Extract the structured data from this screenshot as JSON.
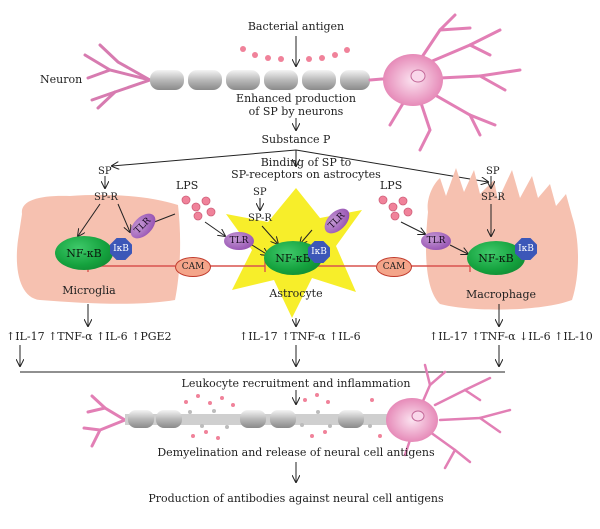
{
  "title": "Bacterial antigen",
  "neuron_label": "Neuron",
  "neuron_caption": [
    "Enhanced production",
    "of SP by neurons"
  ],
  "substance_p": "Substance P",
  "binding": [
    "Binding of SP to",
    "SP-receptors on astrocytes"
  ],
  "microglia": {
    "sp": "SP",
    "spr": "SP-R",
    "name": "Microglia",
    "cytokines": "↑IL-17 ↑TNF-α ↑IL-6 ↑PGE2"
  },
  "astrocyte": {
    "sp": "SP",
    "spr": "SP-R",
    "name": "Astrocyte",
    "cytokines": "↑IL-17 ↑TNF-α ↑IL-6"
  },
  "macrophage": {
    "sp": "SP",
    "spr": "SP-R",
    "name": "Macrophage",
    "cytokines": "↑IL-17 ↑TNF-α ↓IL-6 ↑IL-10"
  },
  "lps": "LPS",
  "tlr": "TLR",
  "nfkb": "NF-κB",
  "ikb": "IκB",
  "cam": "CAM",
  "leukocyte": "Leukocyte recruitment and inflammation",
  "demyelination": "Demyelination and release of neural cell antigens",
  "antibodies": "Production of antibodies against neural cell antigens",
  "colors": {
    "cell_pink": "#f6c1b0",
    "astro_yellow": "#f7ee2a",
    "nfkb_green": "#15a23e",
    "ikb_blue": "#3c57b8",
    "tlr_purple": "#9b59b6",
    "inhibit_red": "#d9534f",
    "dot_pink": "#f0829a"
  }
}
